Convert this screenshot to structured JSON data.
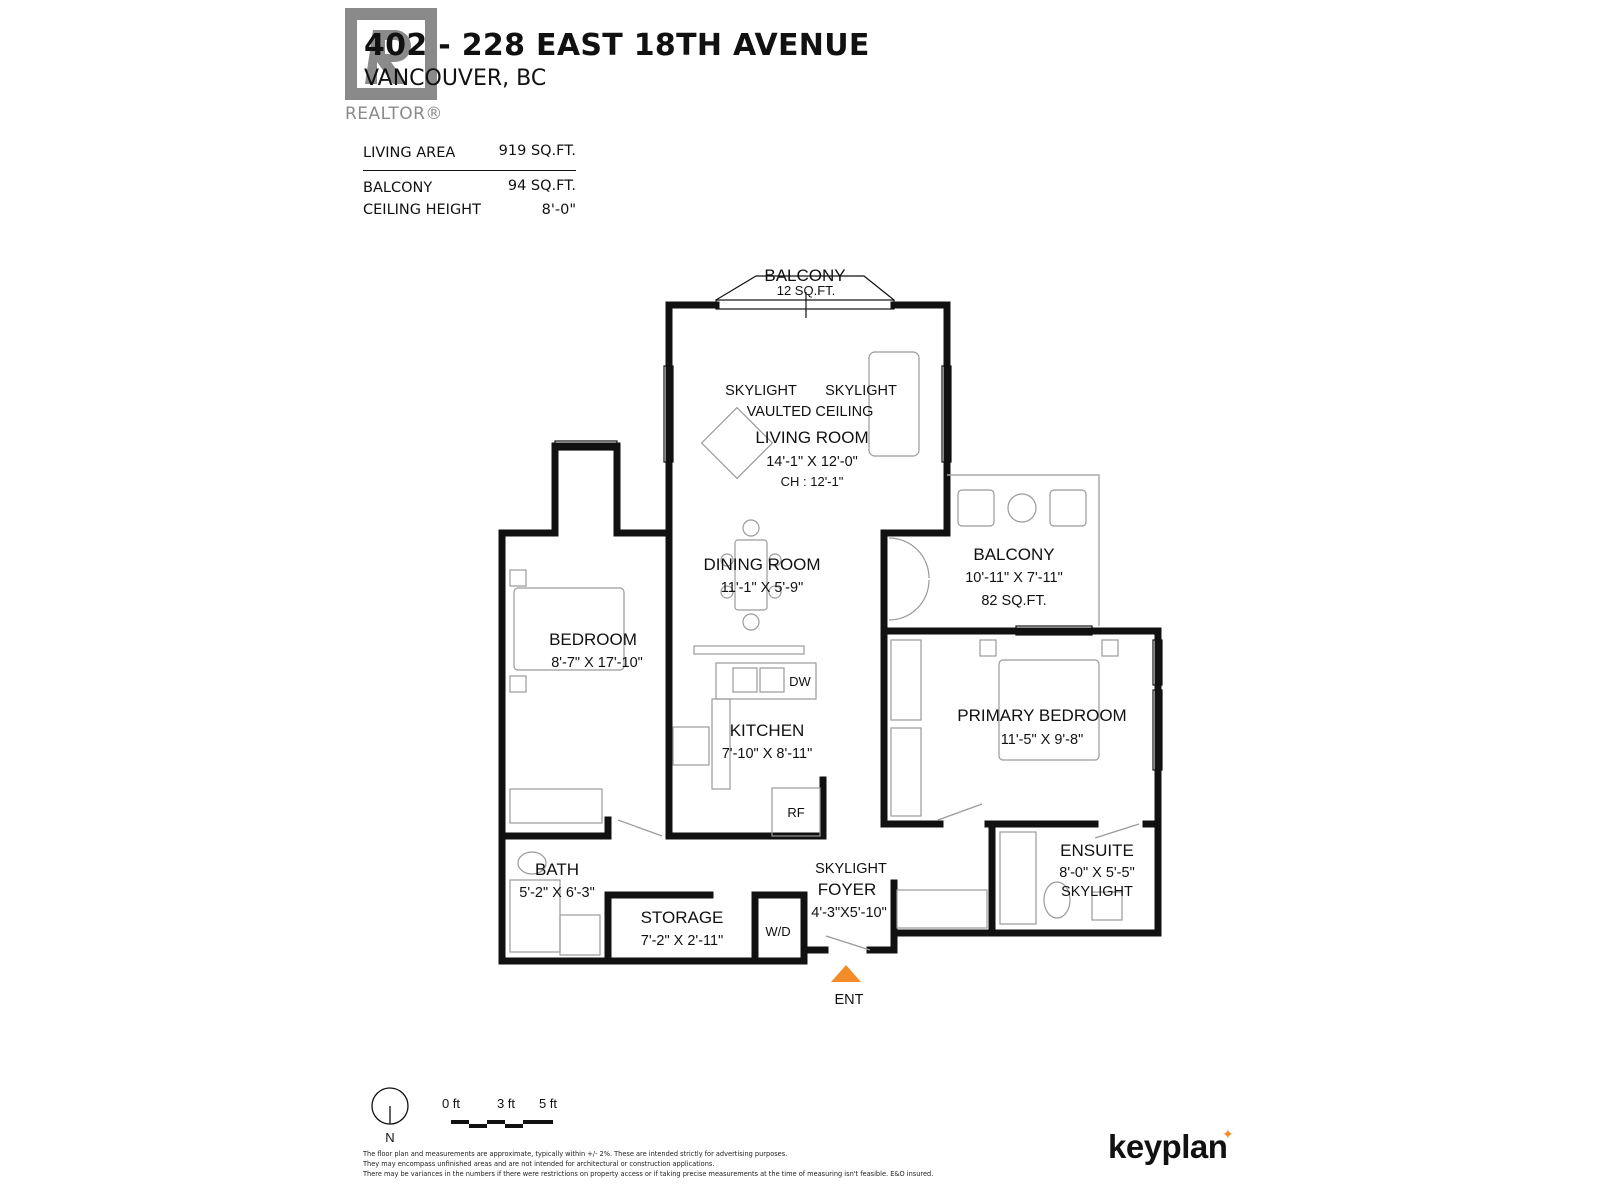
{
  "header": {
    "title": "402 - 228 EAST 18TH AVENUE",
    "subtitle": "VANCOUVER, BC",
    "realtor_logo_text": "REALTOR®"
  },
  "stats": {
    "living_area_label": "LIVING AREA",
    "living_area_value": "919 SQ.FT.",
    "balcony_label": "BALCONY",
    "balcony_value": "94 SQ.FT.",
    "ceiling_height_label": "CEILING HEIGHT",
    "ceiling_height_value": "8'-0\""
  },
  "rooms": {
    "top_balcony": {
      "name": "BALCONY",
      "area": "12 SQ.FT."
    },
    "living_room": {
      "note1": "SKYLIGHT",
      "note2": "SKYLIGHT",
      "note3": "VAULTED CEILING",
      "name": "LIVING ROOM",
      "dims": "14'-1\"  X  12'-0\"",
      "ceiling": "CH : 12'-1\""
    },
    "dining_room": {
      "name": "DINING ROOM",
      "dims": "11'-1\"  X  5'-9\""
    },
    "bedroom": {
      "name": "BEDROOM",
      "dims": "8'-7\"  X  17'-10\""
    },
    "kitchen": {
      "name": "KITCHEN",
      "dims": "7'-10\"  X  8'-11\"",
      "dw": "DW",
      "rf": "RF"
    },
    "side_balcony": {
      "name": "BALCONY",
      "dims": "10'-11\"  X  7'-11\"",
      "area": "82 SQ.FT."
    },
    "primary_bedroom": {
      "name": "PRIMARY BEDROOM",
      "dims": "11'-5\"  X  9'-8\""
    },
    "bath": {
      "name": "BATH",
      "dims": "5'-2\" X 6'-3\""
    },
    "storage": {
      "name": "STORAGE",
      "dims": "7'-2\"  X  2'-11\""
    },
    "wd": "W/D",
    "foyer": {
      "note": "SKYLIGHT",
      "name": "FOYER",
      "dims": "4'-3\"X5'-10\""
    },
    "ensuite": {
      "name": "ENSUITE",
      "dims": "8'-0\"  X  5'-5\"",
      "note": "SKYLIGHT"
    },
    "entrance": "ENT"
  },
  "legend": {
    "north": "N",
    "scale_0": "0 ft",
    "scale_3": "3 ft",
    "scale_5": "5 ft"
  },
  "footer": {
    "disclaimer_1": "The floor plan and measurements are approximate, typically within +/- 2%. These are intended strictly for advertising purposes.",
    "disclaimer_2": "They may encompass unfinished areas and are not intended for architectural or construction applications.",
    "disclaimer_3": "There may be variances in the numbers if there were restrictions on property access or if taking precise measurements at the time of measuring isn't feasible. E&O insured.",
    "brand": "keyplan"
  },
  "colors": {
    "wall": "#111111",
    "fixture": "#9a9a9a",
    "logo_gray": "#8a8a8a",
    "entrance_marker": "#f28c28",
    "brand_accent": "#f28c28"
  }
}
